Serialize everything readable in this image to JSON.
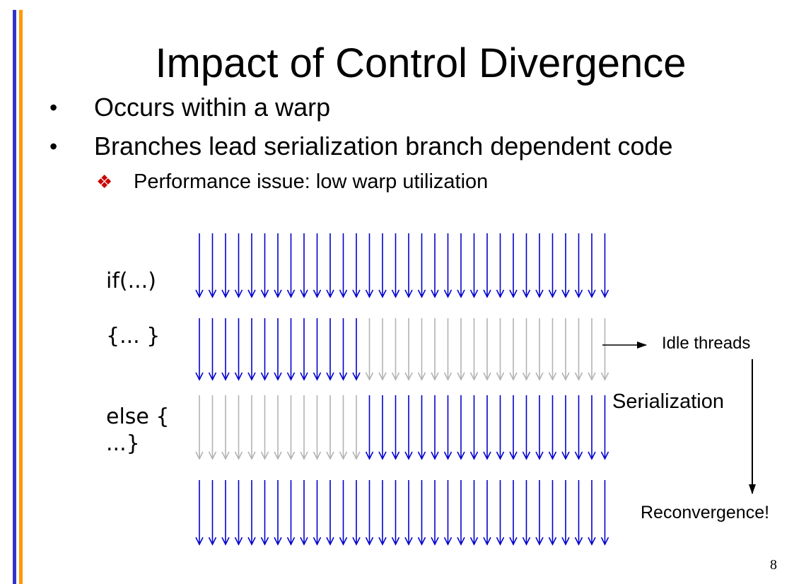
{
  "slide": {
    "title": "Impact of Control Divergence",
    "bullets": [
      "Occurs within a warp",
      "Branches lead serialization branch dependent code"
    ],
    "bullet_marker": "•",
    "sub_bullet_marker": "❖",
    "sub_bullet": "Performance issue: low warp utilization",
    "page_number": "8"
  },
  "diagram": {
    "code_if": "if(...)",
    "code_then": "{...  }",
    "code_else_1": "else {",
    "code_else_2": "...}",
    "idle_label": "Idle threads",
    "serialization_label": "Serialization",
    "reconvergence_label": "Reconvergence!",
    "threads_per_row": 32,
    "rows": [
      {
        "active_first": 32,
        "pattern": "all-active"
      },
      {
        "active_first": 13,
        "pattern": "first-active"
      },
      {
        "active_first": 13,
        "pattern": "last-active"
      },
      {
        "active_first": 32,
        "pattern": "all-active"
      }
    ],
    "colors": {
      "active": "#0000cc",
      "idle": "#b3b3b3",
      "accent_bar_left": "#3333cc",
      "accent_bar_right": "#ff9900"
    }
  }
}
